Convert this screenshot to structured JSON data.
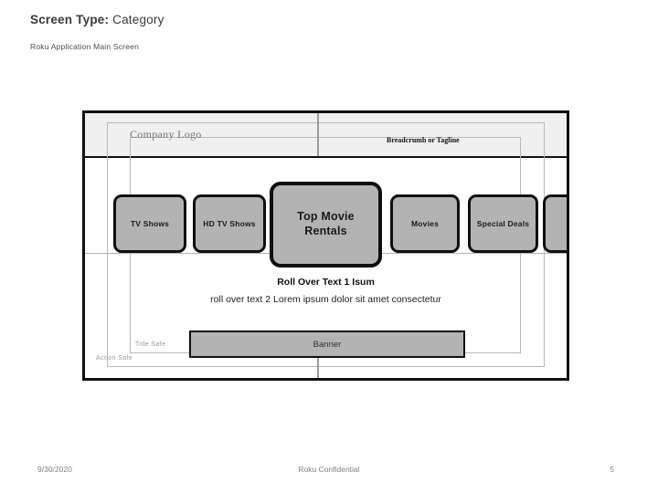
{
  "slide": {
    "title": {
      "label_bold": "Screen Type:",
      "label_regular": " Category"
    },
    "subtitle": "Roku Application Main Screen"
  },
  "wireframe": {
    "header": {
      "company_logo": "Company Logo",
      "breadcrumb": "Breadcrumb or Tagline"
    },
    "buttons": [
      {
        "label": "TV Shows"
      },
      {
        "label": "HD TV Shows"
      },
      {
        "label": "Top Movie Rentals"
      },
      {
        "label": "Movies"
      },
      {
        "label": "Special Deals"
      },
      {
        "label": ""
      }
    ],
    "rollover": {
      "line1": "Roll Over Text 1 Isum",
      "line2": "roll over text 2 Lorem ipsum dolor sit amet consectetur"
    },
    "banner": {
      "label": "Banner"
    },
    "safe_areas": {
      "title_safe": "Title Safe",
      "action_safe": "Action Safe"
    }
  },
  "footer": {
    "date": "9/30/2020",
    "center": "Roku Confidential",
    "page_number": "5"
  },
  "colors": {
    "button_fill": "#b3b3b3",
    "header_band": "#f0f0f0",
    "frame_border": "#101010",
    "safe_guide_line": "#b9b9b9",
    "muted_text": "#808080"
  }
}
